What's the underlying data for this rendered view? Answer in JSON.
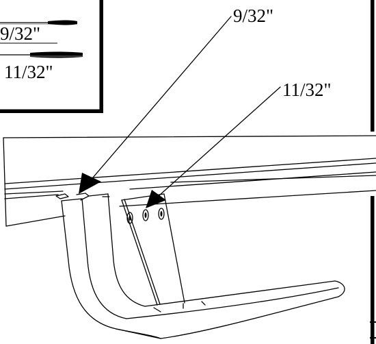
{
  "legend": {
    "items": [
      {
        "label": "9/32\""
      },
      {
        "label": "11/32\""
      }
    ]
  },
  "callouts": [
    {
      "label": "9/32\""
    },
    {
      "label": "11/32\""
    }
  ],
  "colors": {
    "ink": "#000000",
    "paper": "#ffffff"
  }
}
